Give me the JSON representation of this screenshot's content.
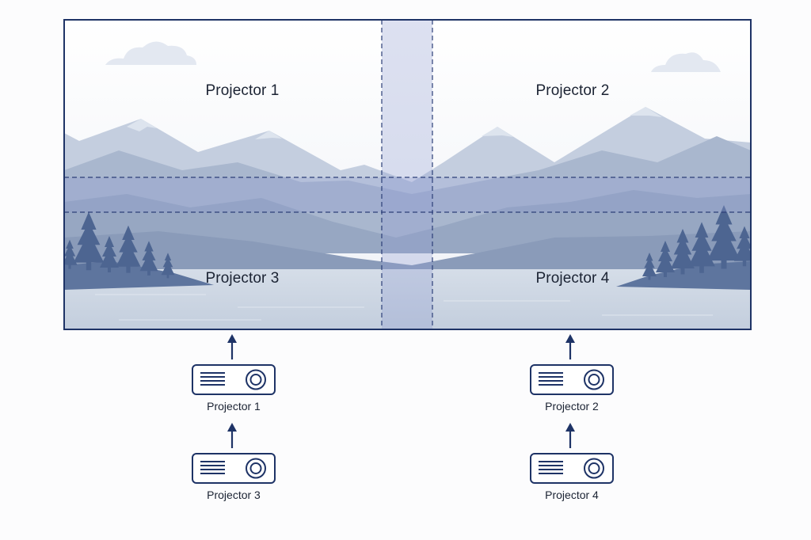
{
  "screen": {
    "zones": [
      {
        "label": "Projector 1"
      },
      {
        "label": "Projector 2"
      },
      {
        "label": "Projector 3"
      },
      {
        "label": "Projector 4"
      }
    ]
  },
  "projectors": [
    {
      "label": "Projector 1"
    },
    {
      "label": "Projector 2"
    },
    {
      "label": "Projector 3"
    },
    {
      "label": "Projector 4"
    }
  ],
  "colors": {
    "outline": "#1e3366",
    "overlap": "#8e9cd2",
    "mountain": "#9aaac4",
    "tree": "#4d6591",
    "water": "#c7d2e0"
  },
  "icons": [
    "projector-icon",
    "arrow-up-icon",
    "cloud-icon",
    "mountain-icon",
    "tree-icon"
  ]
}
